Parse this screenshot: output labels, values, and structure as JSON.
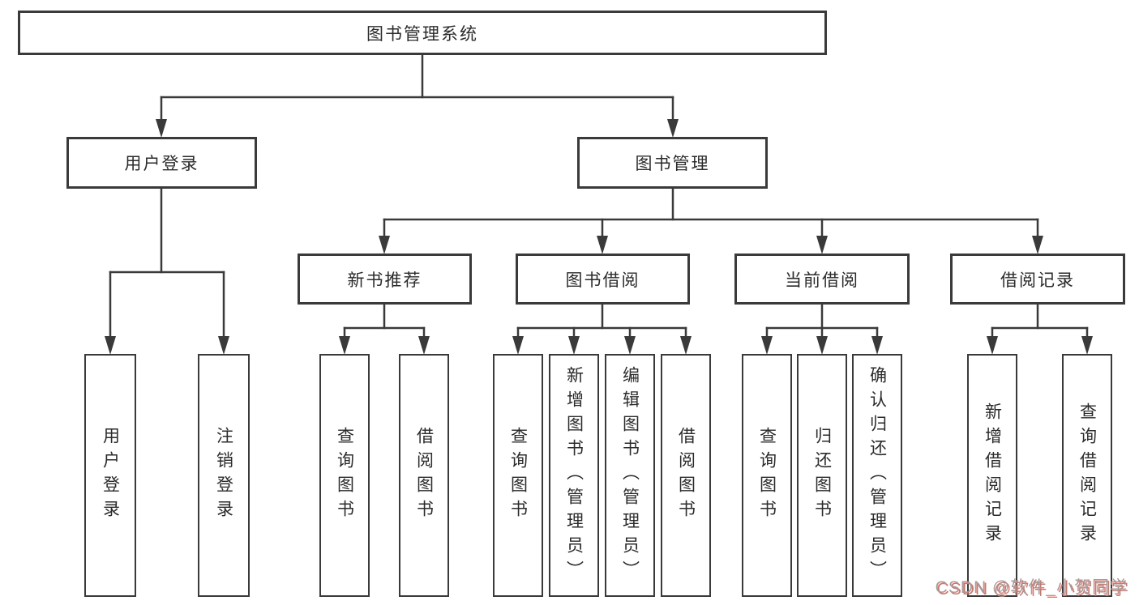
{
  "tree": {
    "root": {
      "label": "图书管理系统"
    },
    "user": {
      "label": "用户登录",
      "children": [
        {
          "label": "用户登录"
        },
        {
          "label": "注销登录"
        }
      ]
    },
    "book": {
      "label": "图书管理",
      "groups": [
        {
          "label": "新书推荐",
          "children": [
            {
              "label": "查询图书"
            },
            {
              "label": "借阅图书"
            }
          ]
        },
        {
          "label": "图书借阅",
          "children": [
            {
              "label": "查询图书"
            },
            {
              "label": "新增图书（管理员）"
            },
            {
              "label": "编辑图书（管理员）"
            },
            {
              "label": "借阅图书"
            }
          ]
        },
        {
          "label": "当前借阅",
          "children": [
            {
              "label": "查询图书"
            },
            {
              "label": "归还图书"
            },
            {
              "label": "确认归还（管理员）"
            }
          ]
        },
        {
          "label": "借阅记录",
          "children": [
            {
              "label": "新增借阅记录"
            },
            {
              "label": "查询借阅记录"
            }
          ]
        }
      ]
    }
  },
  "watermark": {
    "text": "CSDN @软件_小贺同学"
  },
  "colors": {
    "line": "#3a3a3a",
    "text": "#2b2b2b",
    "background": "#ffffff",
    "watermark": "#9e9ea0",
    "watermark_shadow": "#db7266"
  }
}
